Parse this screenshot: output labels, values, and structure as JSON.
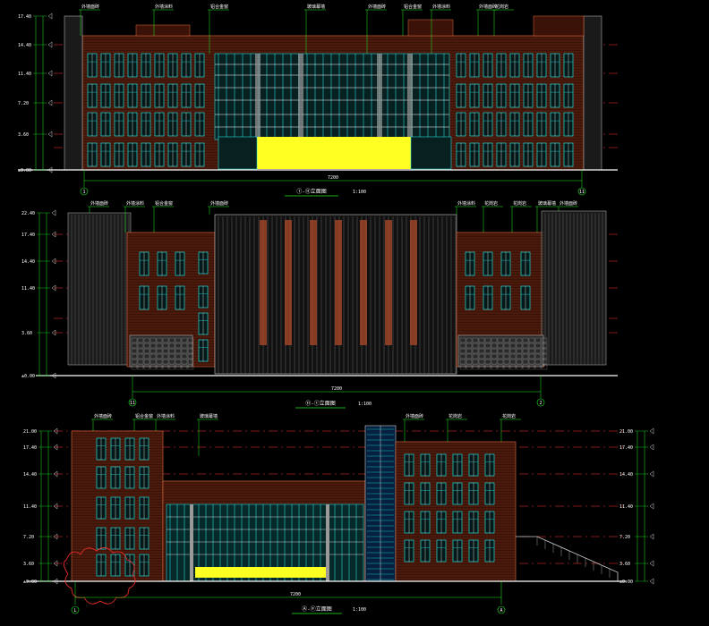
{
  "colors": {
    "background": "#000000",
    "brick": "#b04a2a",
    "brick_line": "#e06a3a",
    "glass": "#22dddd",
    "glass_frame": "#ffffff",
    "dim_green": "#22ee22",
    "level_red": "#ff3030",
    "highlight_yellow": "#ffff22",
    "grey_panel": "#9a9a9a",
    "stone": "#c8c8c8",
    "leader_white": "#ffffff"
  },
  "views": [
    {
      "title": "①-⑪立面图",
      "scale": "1:100",
      "axis_left": "1",
      "axis_right": "11",
      "overall_dim": "7200"
    },
    {
      "title": "⑪-①立面图",
      "scale": "1:100",
      "axis_left": "11",
      "axis_right": "2",
      "overall_dim": "7200"
    },
    {
      "title": "Ⓐ-Ⓕ立面图",
      "scale": "1:100",
      "axis_left": "L",
      "axis_right": "A",
      "overall_dim": "7200"
    }
  ],
  "levels": {
    "left_top": [
      "17.40",
      "14.40",
      "11.40",
      "7.20",
      "3.60",
      "±0.00"
    ],
    "left_mid": [
      "22.40",
      "17.40",
      "14.40",
      "11.40",
      "3.60",
      "±0.00"
    ],
    "left_bottom": [
      "21.00",
      "17.40",
      "14.40",
      "11.40",
      "7.20",
      "3.60",
      "±0.00"
    ],
    "right_bottom": [
      "21.00",
      "17.40",
      "14.40",
      "11.40",
      "7.20",
      "3.60",
      "±0.00"
    ]
  },
  "callouts": {
    "top": [
      "外墙面砖",
      "外墙涂料",
      "铝合金窗",
      "玻璃幕墙",
      "外墙面砖",
      "铝合金窗",
      "外墙涂料",
      "外墙面砖",
      "花岗岩"
    ],
    "middle": [
      "外墙面砖",
      "外墙涂料",
      "铝合金窗",
      "外墙面砖",
      "外墙涂料",
      "花岗岩",
      "花岗岩",
      "玻璃幕墙",
      "外墙面砖"
    ],
    "bottom": [
      "外墙面砖",
      "铝合金窗",
      "外墙涂料",
      "玻璃幕墙",
      "外墙面砖",
      "花岗岩",
      "花岗岩"
    ]
  }
}
